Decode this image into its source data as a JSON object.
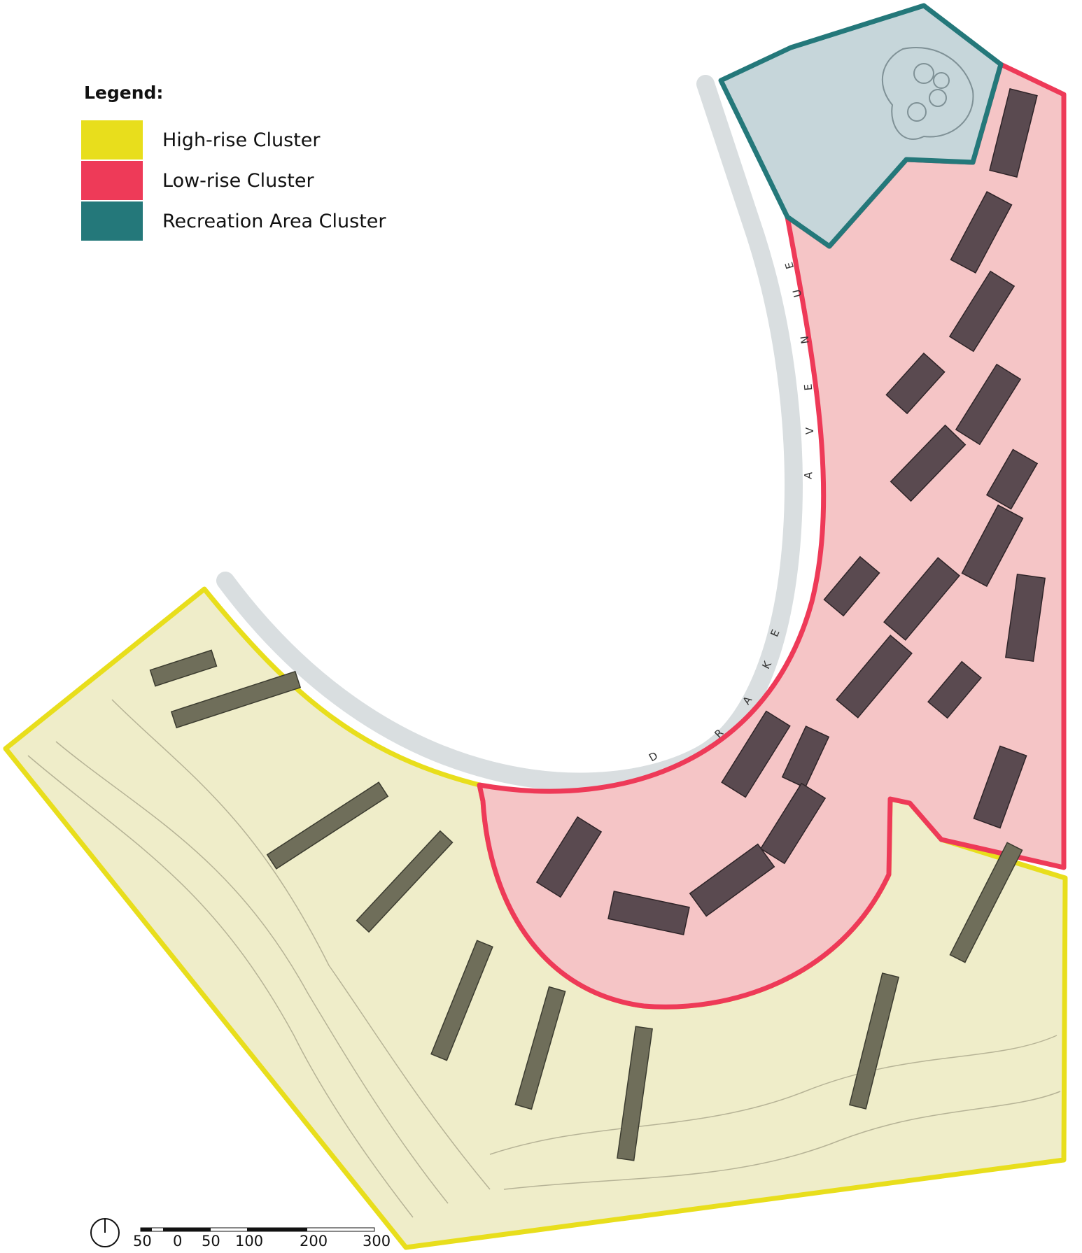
{
  "legend": {
    "title": "Legend:",
    "items": [
      {
        "key": "high-rise",
        "label": "High-rise Cluster",
        "color": "#e8de1c"
      },
      {
        "key": "low-rise",
        "label": "Low-rise Cluster",
        "color": "#ee3a58"
      },
      {
        "key": "recreation",
        "label": "Recreation Area Cluster",
        "color": "#24787a"
      }
    ]
  },
  "street": {
    "name": "DRAKE AVENUE",
    "letters": [
      "D",
      "R",
      "A",
      "K",
      "E",
      "A",
      "V",
      "E",
      "N",
      "U",
      "E"
    ]
  },
  "scale_bar": {
    "labels": [
      "50",
      "0",
      "50",
      "100",
      "200",
      "300"
    ]
  },
  "colors": {
    "high_rise_fill": "#efedc9",
    "low_rise_fill": "#f5c5c6",
    "recreation_fill": "#c6d6da",
    "building": "#5a4a50",
    "building_high": "#6f6e5a",
    "road": "#e4e8ea"
  }
}
